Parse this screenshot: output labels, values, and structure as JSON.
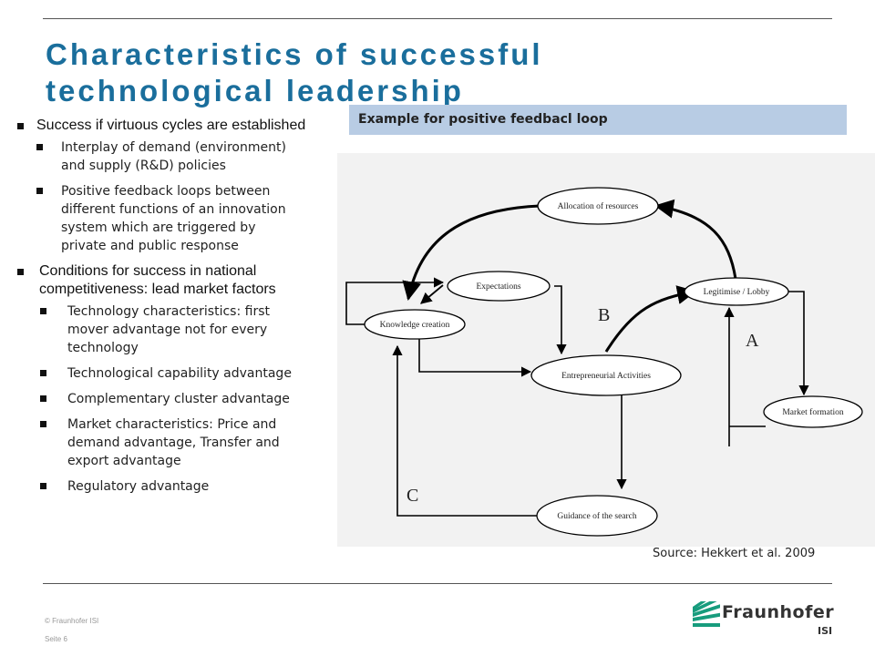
{
  "slide": {
    "title_line1": "Characteristics of successful",
    "title_line2": "technological leadership"
  },
  "left_bullets": [
    {
      "text": "Success if virtuous cycles are established",
      "children": [
        "Interplay of demand (environment)\nand supply (R&D) policies",
        "Positive feedback loops between\ndifferent functions of an innovation\nsystem which are triggered by\nprivate and public response"
      ]
    },
    {
      "text": "Conditions for success in national competitiveness: lead market factors",
      "children": [
        "Technology characteristics: first\nmover advantage not for every\ntechnology",
        "Technological capability advantage",
        "Complementary cluster advantage",
        "Market characteristics: Price and\ndemand advantage, Transfer and\nexport advantage",
        "Regulatory advantage"
      ]
    }
  ],
  "example_header": "Example for positive feedbacl loop",
  "diagram": {
    "nodes": {
      "allocation": "Allocation of resources",
      "expectations": "Expectations",
      "legitimise": "Legitimise / Lobby",
      "knowledge": "Knowledge creation",
      "entrepreneurial": "Entrepreneurial Activities",
      "market": "Market formation",
      "guidance": "Guidance of the search"
    },
    "labels": {
      "a": "A",
      "b": "B",
      "c": "C"
    }
  },
  "source": "Source: Hekkert et al. 2009",
  "footer": {
    "copyright": "© Fraunhofer ISI",
    "page": "Seite 6"
  },
  "logo": {
    "name": "Fraunhofer",
    "sub": "ISI",
    "color": "#179c7d"
  }
}
